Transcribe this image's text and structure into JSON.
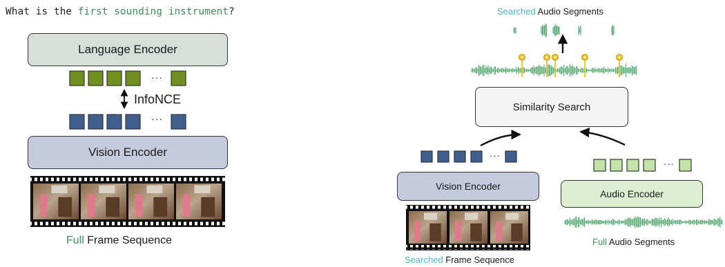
{
  "question": {
    "prefix": "What is the ",
    "highlight": "first sounding instrument",
    "suffix": "?"
  },
  "left": {
    "language_encoder": "Language Encoder",
    "vision_encoder": "Vision Encoder",
    "loss_label": "InfoNCE",
    "ellipsis": "···",
    "caption_highlight": "Full",
    "caption_rest": " Frame Sequence"
  },
  "right": {
    "top_caption_highlight": "Searched",
    "top_caption_rest": " Audio Segments",
    "similarity_search": "Similarity Search",
    "vision_encoder": "Vision Encoder",
    "audio_encoder": "Audio Encoder",
    "ellipsis": "···",
    "frames_caption_highlight": "Searched",
    "frames_caption_rest": " Frame Sequence",
    "audio_caption_highlight": "Full",
    "audio_caption_rest": " Audio Segments"
  },
  "colors": {
    "language_token": "#6f8f1f",
    "vision_token": "#3f5f8f",
    "audio_token": "#c3e2a8",
    "language_box": "#d5ded9",
    "vision_box": "#c3cbdd",
    "audio_box": "#dcefd0",
    "search_box": "#f3f3f3",
    "waveform": "#58aa74",
    "pin": "#f2c21c",
    "highlight_green": "#3e8e5a",
    "highlight_teal": "#4cb8c8"
  },
  "icons": [
    "double-arrow-icon",
    "up-arrow-icon",
    "curved-arrow-icon",
    "location-pin-icon",
    "film-strip-icon",
    "waveform-icon"
  ]
}
